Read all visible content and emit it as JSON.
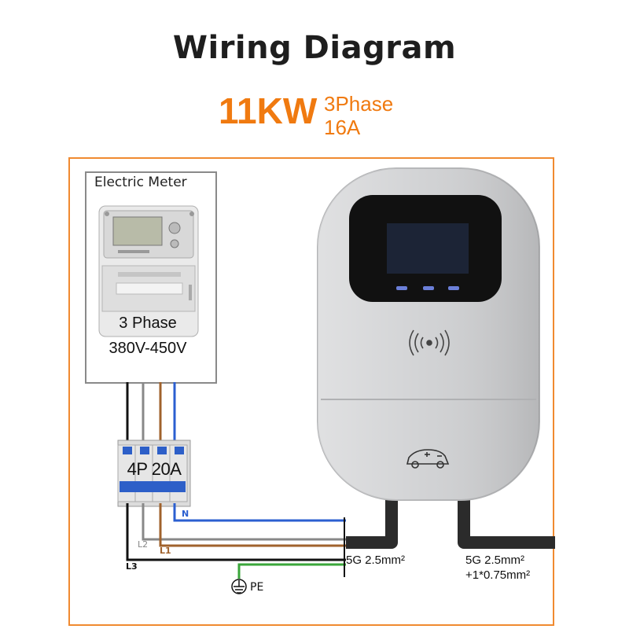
{
  "header": {
    "title": "Wiring Diagram",
    "power": "11KW",
    "phase": "3Phase",
    "current": "16A"
  },
  "meter": {
    "title": "Electric Meter",
    "phase": "3 Phase",
    "voltage": "380V-450V"
  },
  "breaker": {
    "label": "4P 20A"
  },
  "wires": {
    "n": "N",
    "l1": "L1",
    "l2": "L2",
    "l3": "L3",
    "pe": "PE"
  },
  "cables": {
    "left": "5G 2.5mm²",
    "right_line1": "5G 2.5mm²",
    "right_line2": "+1*0.75mm²"
  },
  "colors": {
    "accent": "#f07a10",
    "frame": "#f08a30",
    "neutral_wire": "#2b5fd0",
    "l1_wire": "#a0622c",
    "l2_wire": "#8a8a8a",
    "l3_wire": "#111111",
    "pe_wire": "#3aa63a"
  },
  "icons": {
    "rfid": "rfid-icon",
    "car": "car-plug-icon",
    "ground": "ground-icon"
  }
}
